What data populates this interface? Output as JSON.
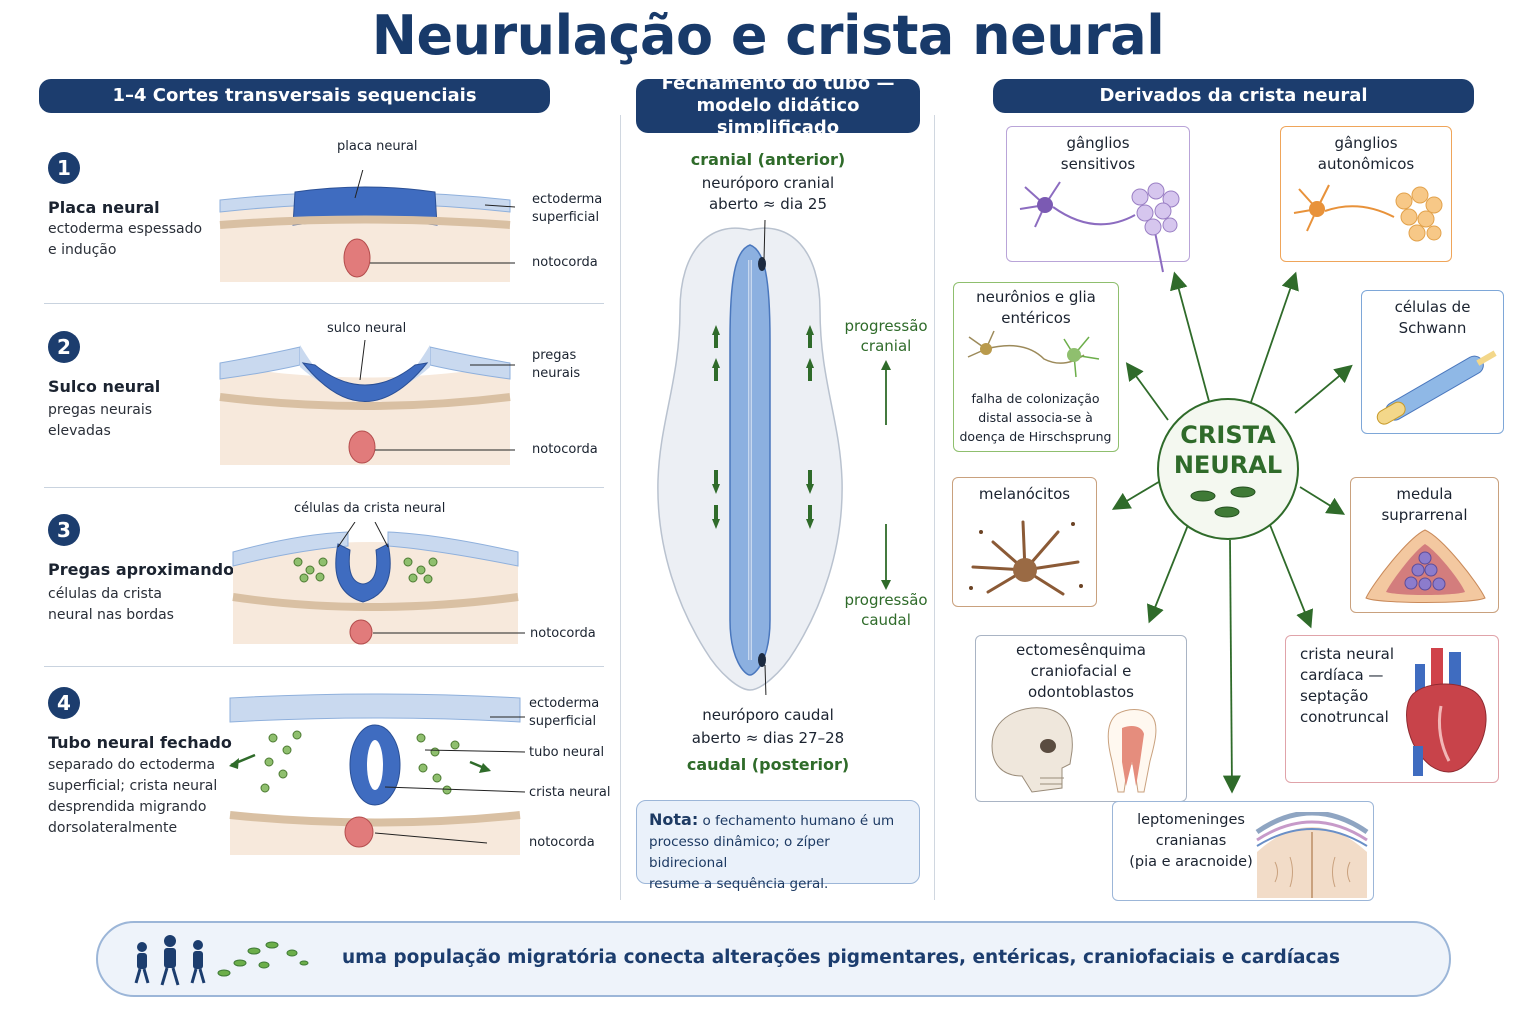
{
  "title": "Neurulação e crista neural",
  "left": {
    "header": "1–4  Cortes transversais sequenciais",
    "stages": [
      {
        "num": "1",
        "title": "Placa neural",
        "desc": [
          "ectoderma espessado",
          "e indução"
        ],
        "labels": {
          "top": "placa neural",
          "r1a": "ectoderma",
          "r1b": "superficial",
          "r2": "notocorda"
        }
      },
      {
        "num": "2",
        "title": "Sulco neural",
        "desc": [
          "pregas neurais",
          "elevadas"
        ],
        "labels": {
          "top": "sulco neural",
          "r1a": "pregas",
          "r1b": "neurais",
          "r2": "notocorda"
        }
      },
      {
        "num": "3",
        "title": "Pregas aproximando-se",
        "desc": [
          "células da crista",
          "neural nas bordas"
        ],
        "labels": {
          "top": "células da crista neural",
          "r2": "notocorda"
        }
      },
      {
        "num": "4",
        "title": "Tubo neural fechado",
        "desc": [
          "separado do ectoderma",
          "superficial; crista neural",
          "desprendida migrando",
          "dorsolateralmente"
        ],
        "labels": {
          "r1a": "ectoderma",
          "r1b": "superficial",
          "r2": "tubo neural",
          "r3": "crista neural",
          "r4": "notocorda"
        }
      }
    ]
  },
  "middle": {
    "header_line1": "Fechamento do tubo —",
    "header_line2": "modelo didático simplificado",
    "cranial_label": "cranial (anterior)",
    "cranial_pore_line1": "neuróporo cranial",
    "cranial_pore_line2": "aberto ≈ dia 25",
    "prog_cranial_1": "progressão",
    "prog_cranial_2": "cranial",
    "prog_caudal_1": "progressão",
    "prog_caudal_2": "caudal",
    "caudal_pore_line1": "neuróporo caudal",
    "caudal_pore_line2": "aberto ≈ dias 27–28",
    "caudal_label": "caudal (posterior)",
    "note_bold": "Nota:",
    "note_text_1": " o fechamento humano é um",
    "note_text_2": "processo dinâmico; o zíper bidirecional",
    "note_text_3": "resume a sequência geral."
  },
  "right": {
    "header": "Derivados da crista neural",
    "center_line1": "CRISTA",
    "center_line2": "NEURAL",
    "derivatives": {
      "sensory": [
        "gânglios",
        "sensitivos"
      ],
      "autonomic": [
        "gânglios",
        "autonômicos"
      ],
      "enteric": [
        "neurônios e glia",
        "entéricos"
      ],
      "enteric_note": [
        "falha de colonização",
        "distal associa-se à",
        "doença de Hirschsprung"
      ],
      "schwann": [
        "células de",
        "Schwann"
      ],
      "melanocytes": [
        "melanócitos"
      ],
      "adrenal": [
        "medula",
        "suprarrenal"
      ],
      "ectomesenchyme": [
        "ectomesênquima",
        "craniofacial e",
        "odontoblastos"
      ],
      "cardiac": [
        "crista neural",
        "cardíaca —",
        "septação",
        "conotruncal"
      ],
      "meninges": [
        "leptomeninges",
        "cranianas",
        "(pia e aracnoide)"
      ]
    }
  },
  "footer": "uma população migratória conecta alterações pigmentares, entéricas, craniofaciais e cardíacas",
  "colors": {
    "navy": "#1c3d6e",
    "green": "#2f6b2a",
    "purple": "#9a7fc4",
    "orange": "#e8923a",
    "blue": "#5b8ecb",
    "brown": "#b07b56",
    "red": "#d96a6a"
  }
}
